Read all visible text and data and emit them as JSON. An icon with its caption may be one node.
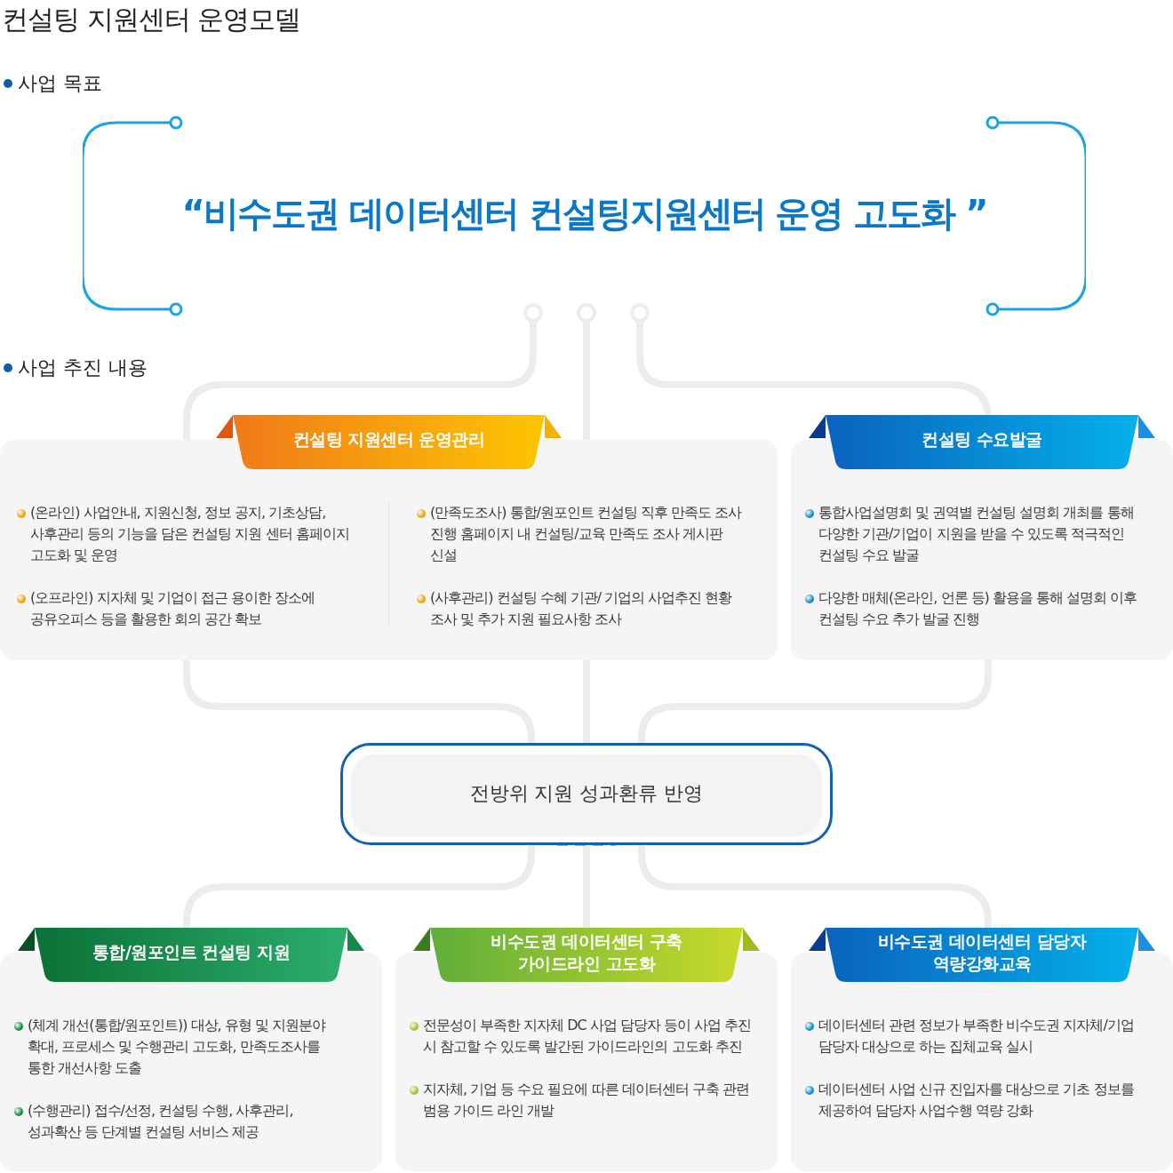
{
  "diagram": {
    "title": "컨설팅 지원센터 운영모델",
    "nodes": [
      {
        "text": [
          "“비수도권 데이터센터 컨설팅지원센터 운영 고도화 ”"
        ]
      },
      {
        "text": [
          "컨설팅 지원센터 운영관리",
          "(온라인) 사업안내, 지원신청, 정보 공지, 기초상담, 사후관리 등의 기능을 담은 컨설팅 지원 센터 홈페이지 고도화 및 운영",
          "(오프라인) 지자체 및 기업이 접근 용이한 장소에 공유오피스 등을 활용한 회의 공간 확보",
          "(만족도조사) 통합/원포인트 컨설팅 직후 만족도 조사 진행 홈페이지 내 컨설팅/교육 만족도 조사 게시판 신설",
          "(사후관리) 컨설팅 수혜 기관/ 기업의 사업추진 현황 조사 및 추가 지원 필요사항 조사"
        ]
      },
      {
        "text": [
          "컨설팅 수요발굴",
          "통합사업설명회 및 권역별 컨설팅 설명회 개최를 통해 다양한 기관/기업이 지원을 받을 수 있도록 적극적인 컨설팅 수요 발굴",
          "다양한 매체(온라인, 언론 등) 활용을 통해 설명회 이후 컨설팅 수요 추가 발굴 진행"
        ]
      },
      {
        "text": [
          "전방위 지원 성과환류 반영"
        ]
      },
      {
        "text": [
          "통합/원포인트 컨설팅 지원",
          "(체계 개선(통합/원포인트)) 대상, 유형 및 지원분야 확대, 프로세스 및 수행관리 고도화, 만족도조사를 통한 개선사항 도출",
          "(수행관리) 접수/선정, 컨설팅 수행, 사후관리, 성과확산 등 단계별 컨설팅 서비스 제공"
        ]
      },
      {
        "text": [
          "비수도권 데이터센터 구축 가이드라인 고도화",
          "전문성이 부족한 지자체 DC 사업 담당자 등이 사업 추진 시 참고할 수 있도록 발간된 가이드라인의 고도화 추진",
          "지자체, 기업 등 수요 필요에 따른 데이터센터 구축 관련 범용 가이드 라인 개발"
        ]
      },
      {
        "text": [
          "비수도권 데이터센터 담당자 역량강화교육",
          "데이터센터 관련 정보가 부족한 비수도권 지자체/기업 담당자 대상으로 하는 집체교육 실시",
          "데이터센터 사업 신규 진입자를 대상으로 기초 정보를 제공하여 담당자 사업수행 역량 강화"
        ]
      }
    ],
    "edges": [
      {
        "from": 0,
        "to": 1,
        "arrow": "other"
      },
      {
        "from": 0,
        "to": 2,
        "arrow": "other"
      },
      {
        "from": 1,
        "to": 3,
        "arrow": "none"
      },
      {
        "from": 2,
        "to": 3,
        "arrow": "none"
      },
      {
        "from": 3,
        "to": 4,
        "arrow": "none"
      },
      {
        "from": 3,
        "to": 5,
        "arrow": "none"
      },
      {
        "from": 3,
        "to": 6,
        "arrow": "none"
      }
    ],
    "labels": [
      "사업 목표",
      "사업 추진 내용"
    ]
  }
}
